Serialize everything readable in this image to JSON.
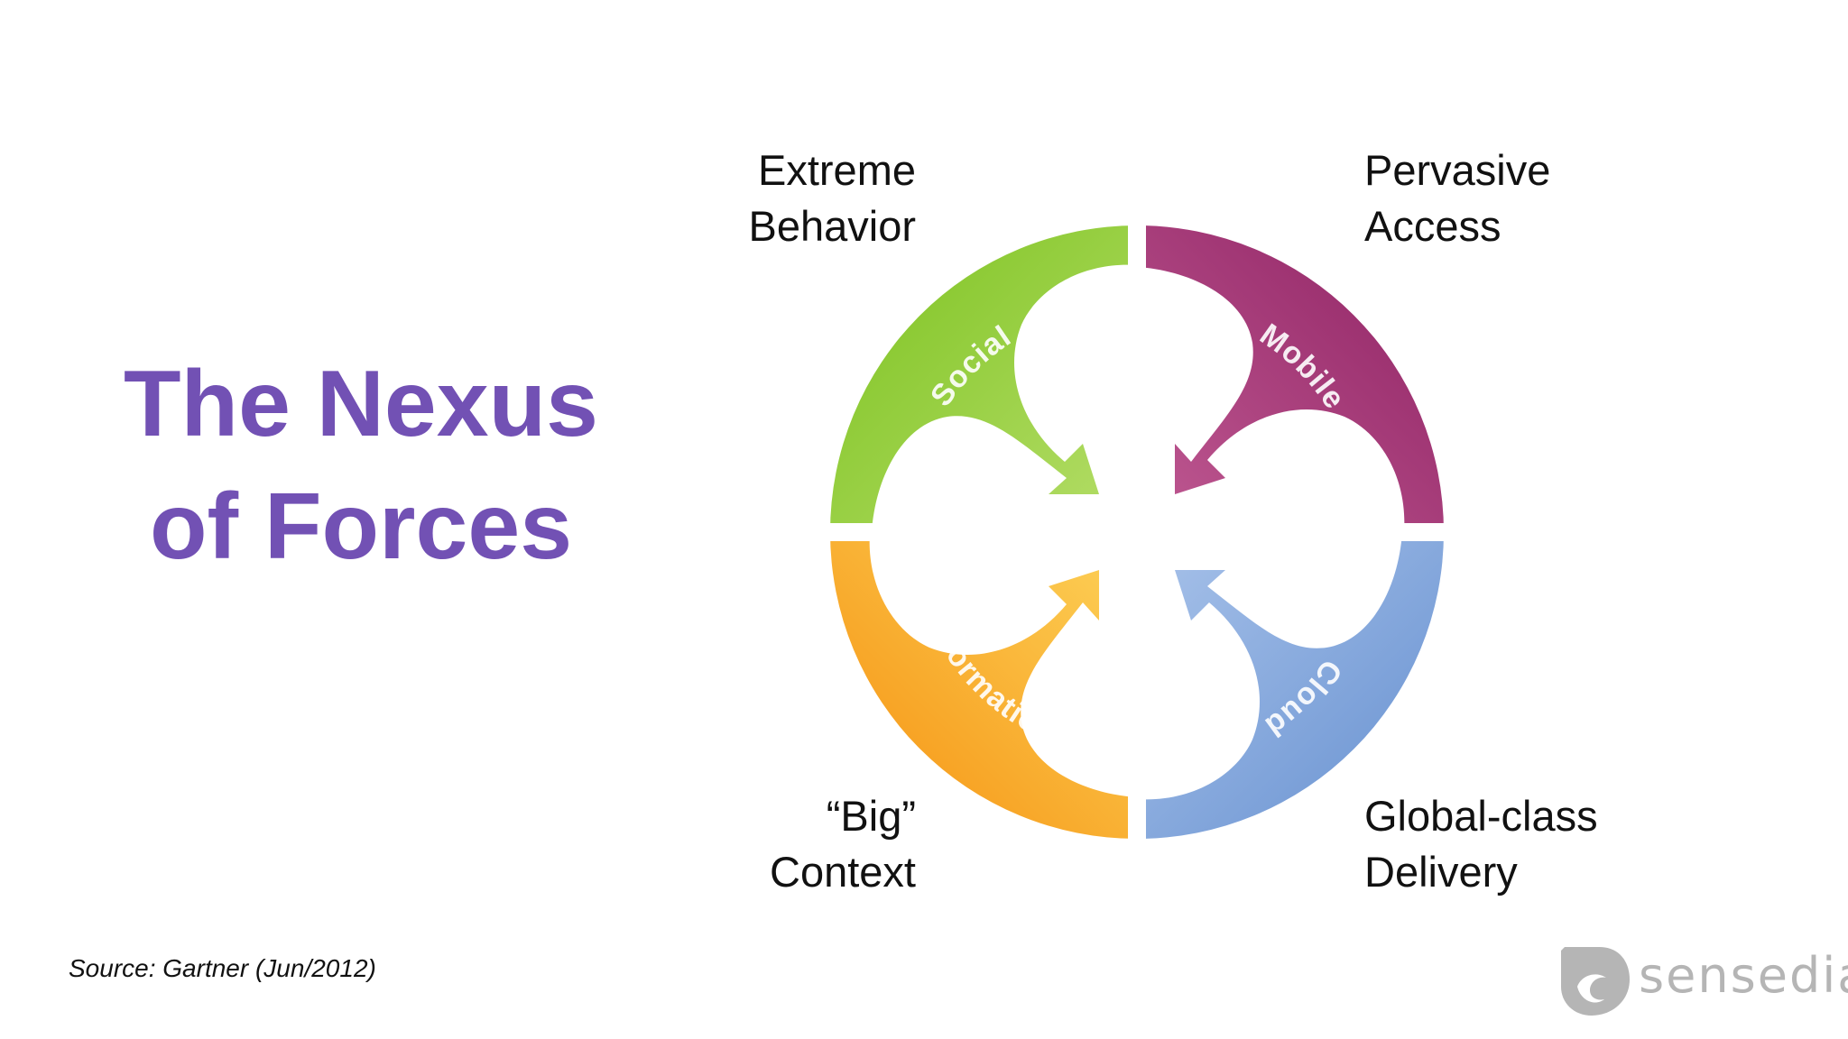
{
  "slide": {
    "title_lines": [
      "The Nexus",
      "of Forces"
    ],
    "source": "Source: Gartner (Jun/2012)"
  },
  "diagram": {
    "segments": [
      {
        "key": "social",
        "label": "Social",
        "color": "#8cc63f"
      },
      {
        "key": "mobile",
        "label": "Mobile",
        "color": "#9b2c6e"
      },
      {
        "key": "cloud",
        "label": "Cloud",
        "color": "#6f98d4"
      },
      {
        "key": "information",
        "label": "Information",
        "color": "#f7941d"
      }
    ],
    "corner_labels": {
      "top_left": [
        "Extreme",
        "Behavior"
      ],
      "top_right": [
        "Pervasive",
        "Access"
      ],
      "bottom_left": [
        "“Big”",
        "Context"
      ],
      "bottom_right": [
        "Global-class",
        "Delivery"
      ]
    }
  },
  "logo": {
    "text": "sensedia",
    "icon": "sensedia-logo-icon",
    "color": "#b5b5b5"
  }
}
